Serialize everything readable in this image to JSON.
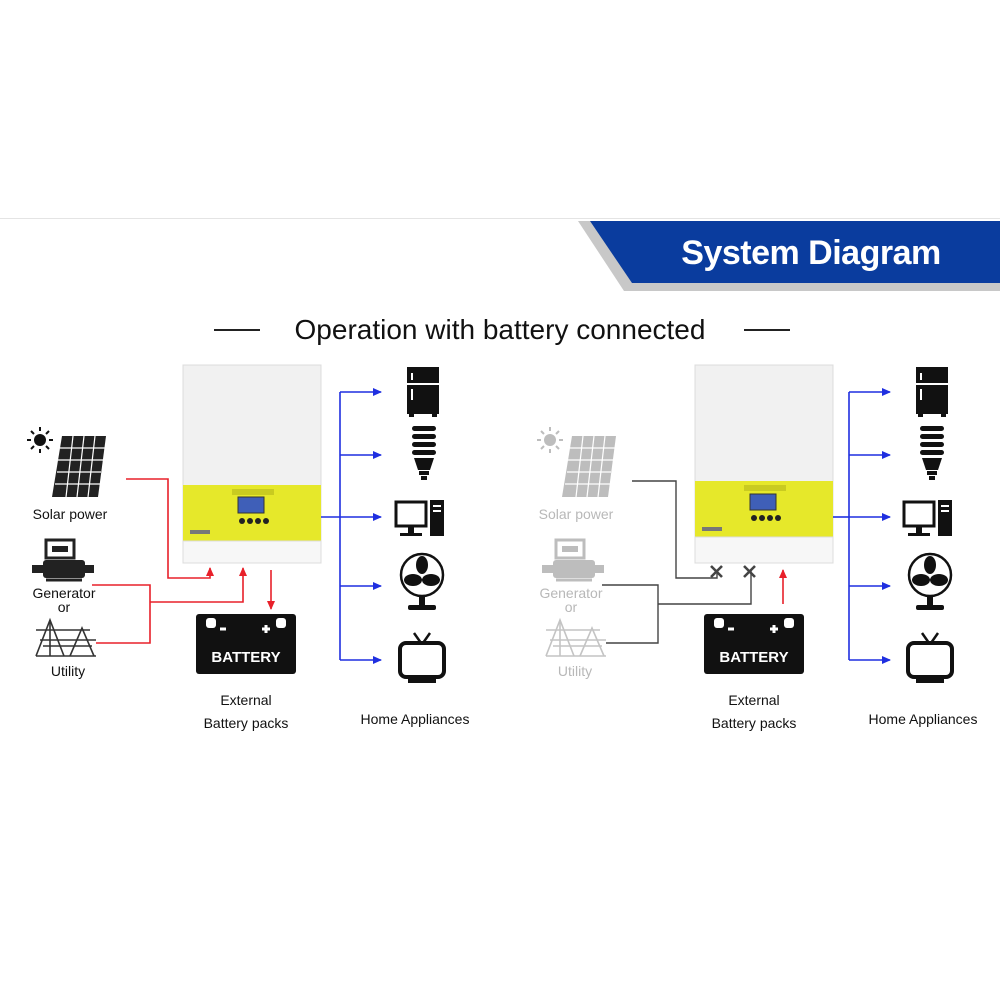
{
  "header": {
    "title": "System Diagram"
  },
  "subtitle": "Operation with battery connected",
  "colors": {
    "banner": "#0a3c9e",
    "banner_shadow": "#c8c8c8",
    "ac_flow": "#e8202a",
    "load_flow": "#1f2fe0",
    "idle_line": "#444444",
    "inactive": "#bdbdbd",
    "lcd_panel": "#e6e82a"
  },
  "left_diagram": {
    "sources": {
      "solar": "Solar power",
      "generator": "Generator",
      "or": "or",
      "utility": "Utility"
    },
    "battery": {
      "label": "BATTERY",
      "caption_line1": "External",
      "caption_line2": "Battery packs"
    },
    "loads_caption": "Home Appliances"
  },
  "right_diagram": {
    "sources": {
      "solar": "Solar power",
      "generator": "Generator",
      "or": "or",
      "utility": "Utility"
    },
    "battery": {
      "label": "BATTERY",
      "caption_line1": "External",
      "caption_line2": "Battery packs"
    },
    "loads_caption": "Home Appliances"
  },
  "icons": [
    "sun-icon",
    "solar-panel-icon",
    "generator-icon",
    "utility-tower-icon",
    "battery-icon",
    "refrigerator-icon",
    "bulb-icon",
    "computer-icon",
    "fan-icon",
    "tv-icon"
  ]
}
